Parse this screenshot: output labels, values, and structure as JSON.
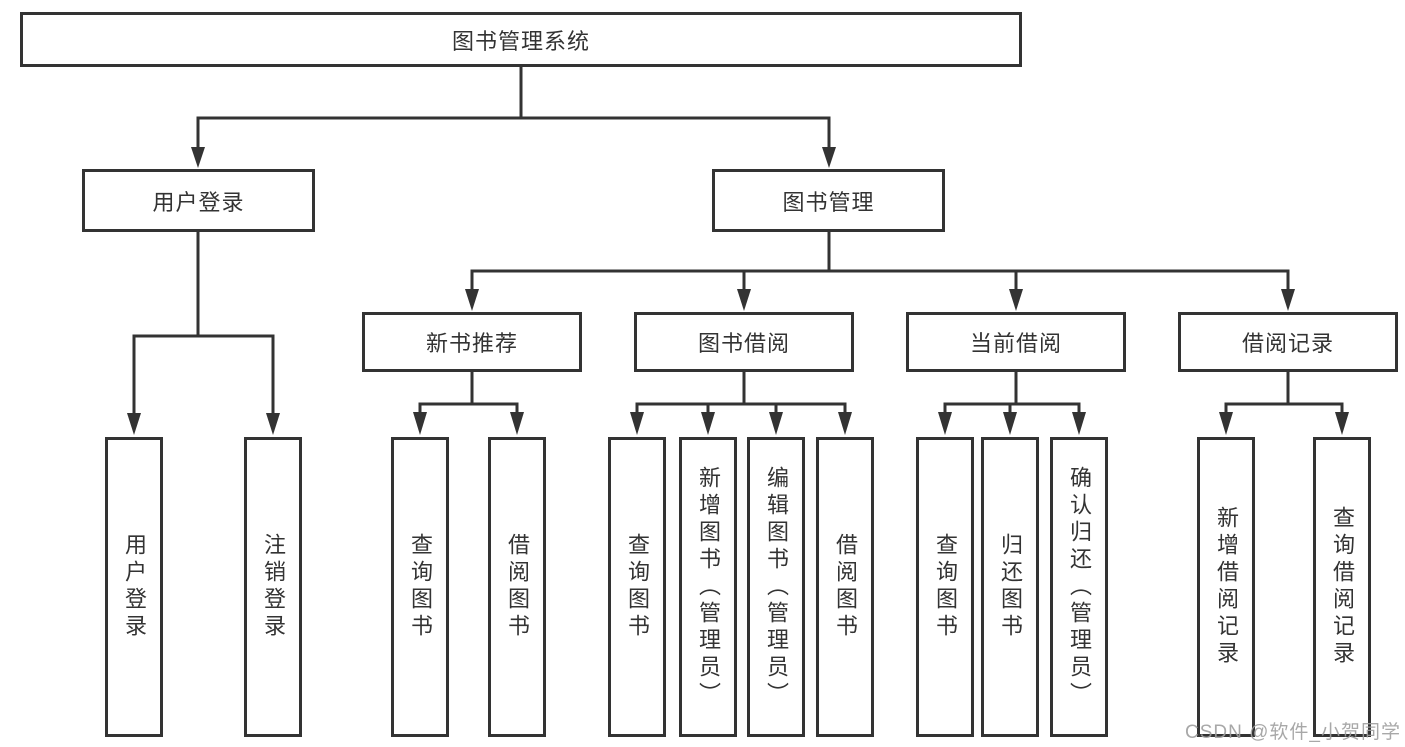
{
  "diagram": {
    "title": "图书管理系统",
    "root": {
      "label": "图书管理系统",
      "children": [
        {
          "label": "用户登录",
          "children": [
            {
              "label": "用户登录"
            },
            {
              "label": "注销登录"
            }
          ]
        },
        {
          "label": "图书管理",
          "children": [
            {
              "label": "新书推荐",
              "children": [
                {
                  "label": "查询图书"
                },
                {
                  "label": "借阅图书"
                }
              ]
            },
            {
              "label": "图书借阅",
              "children": [
                {
                  "label": "查询图书"
                },
                {
                  "label": "新增图书（管理员）"
                },
                {
                  "label": "编辑图书（管理员）"
                },
                {
                  "label": "借阅图书"
                }
              ]
            },
            {
              "label": "当前借阅",
              "children": [
                {
                  "label": "查询图书"
                },
                {
                  "label": "归还图书"
                },
                {
                  "label": "确认归还（管理员）"
                }
              ]
            },
            {
              "label": "借阅记录",
              "children": [
                {
                  "label": "新增借阅记录"
                },
                {
                  "label": "查询借阅记录"
                }
              ]
            }
          ]
        }
      ]
    },
    "colors": {
      "line": "#333333",
      "text": "#333333",
      "background": "#ffffff",
      "watermark": "#9e9e9e"
    },
    "watermark": {
      "text": "CSDN @软件_小贺同学"
    }
  }
}
